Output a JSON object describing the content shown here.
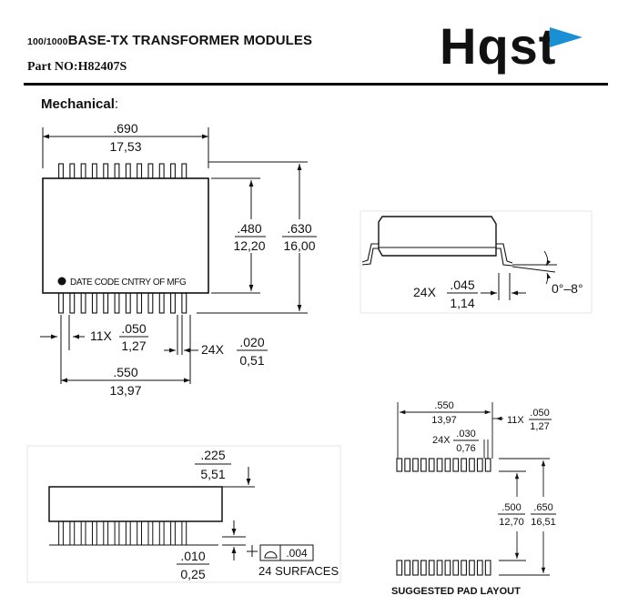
{
  "header": {
    "title_prefix": "100/1000",
    "title_main": "BASE-TX TRANSFORMER MODULES",
    "part_label": "Part NO:",
    "part_number": "H82407S",
    "logo_text": "Hqst",
    "brand_color": "#1a8fd4"
  },
  "section": {
    "title": "Mechanical",
    "colon": ":"
  },
  "top_view": {
    "width_in": ".690",
    "width_mm": "17,53",
    "body_height_in": ".480",
    "body_height_mm": "12,20",
    "overall_height_in": ".630",
    "overall_height_mm": "16,00",
    "marking": "DATE CODE  CNTRY OF MFG",
    "pitch_prefix": "11X",
    "pitch_in": ".050",
    "pitch_mm": "1,27",
    "lead_width_prefix": "24X",
    "lead_width_in": ".020",
    "lead_width_mm": "0,51",
    "span_in": ".550",
    "span_mm": "13,97"
  },
  "side_view_right": {
    "foot_prefix": "24X",
    "foot_in": ".045",
    "foot_mm": "1,14",
    "angle": "0°–8°"
  },
  "side_view_bottom": {
    "height_in": ".225",
    "height_mm": "5,51",
    "standoff_in": ".010",
    "standoff_mm": "0,25",
    "flatness_value": ".004",
    "surfaces_note": "24 SURFACES"
  },
  "pad_layout": {
    "span_in": ".550",
    "span_mm": "13,97",
    "pitch_prefix": "11X",
    "pitch_in": ".050",
    "pitch_mm": "1,27",
    "pad_width_prefix": "24X",
    "pad_width_in": ".030",
    "pad_width_mm": "0,76",
    "row_gap_in": ".500",
    "row_gap_mm": "12,70",
    "overall_in": ".650",
    "overall_mm": "16,51",
    "caption": "SUGGESTED PAD LAYOUT"
  }
}
